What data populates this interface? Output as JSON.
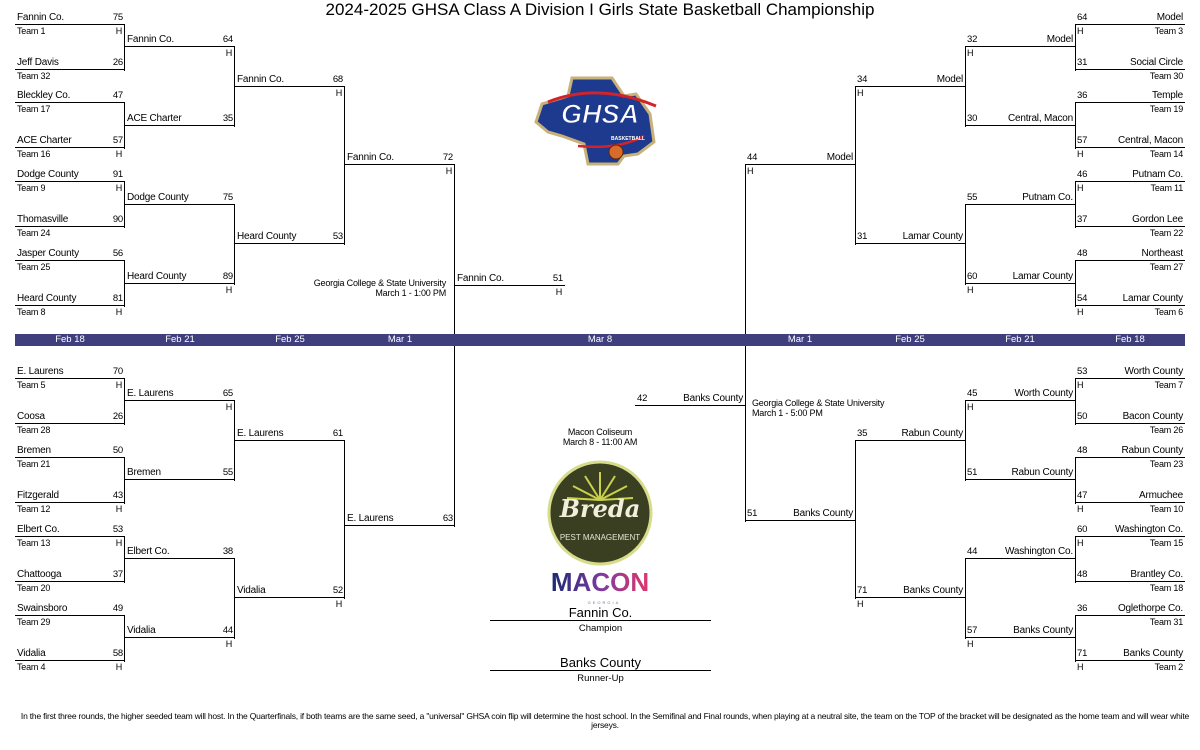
{
  "title": "2024-2025 GHSA Class A Division I Girls State Basketball Championship",
  "dates": [
    "Feb 18",
    "Feb 21",
    "Feb 25",
    "Mar 1",
    "Mar 8",
    "Mar 1",
    "Feb 25",
    "Feb 21",
    "Feb 18"
  ],
  "left": {
    "r1": [
      {
        "name": "Fannin Co.",
        "score": "75",
        "seed": "Team 1",
        "host": "H"
      },
      {
        "name": "Jeff Davis",
        "score": "26",
        "seed": "Team 32",
        "host": ""
      },
      {
        "name": "Bleckley Co.",
        "score": "47",
        "seed": "Team 17",
        "host": ""
      },
      {
        "name": "ACE Charter",
        "score": "57",
        "seed": "Team 16",
        "host": "H"
      },
      {
        "name": "Dodge County",
        "score": "91",
        "seed": "Team 9",
        "host": "H"
      },
      {
        "name": "Thomasville",
        "score": "90",
        "seed": "Team 24",
        "host": ""
      },
      {
        "name": "Jasper County",
        "score": "56",
        "seed": "Team 25",
        "host": ""
      },
      {
        "name": "Heard County",
        "score": "81",
        "seed": "Team 8",
        "host": "H"
      },
      {
        "name": "E. Laurens",
        "score": "70",
        "seed": "Team 5",
        "host": "H"
      },
      {
        "name": "Coosa",
        "score": "26",
        "seed": "Team 28",
        "host": ""
      },
      {
        "name": "Bremen",
        "score": "50",
        "seed": "Team 21",
        "host": ""
      },
      {
        "name": "Fitzgerald",
        "score": "43",
        "seed": "Team 12",
        "host": "H"
      },
      {
        "name": "Elbert Co.",
        "score": "53",
        "seed": "Team 13",
        "host": "H"
      },
      {
        "name": "Chattooga",
        "score": "37",
        "seed": "Team 20",
        "host": ""
      },
      {
        "name": "Swainsboro",
        "score": "49",
        "seed": "Team 29",
        "host": ""
      },
      {
        "name": "Vidalia",
        "score": "58",
        "seed": "Team 4",
        "host": "H"
      }
    ],
    "r2": [
      {
        "name": "Fannin Co.",
        "score": "64",
        "host": "H"
      },
      {
        "name": "ACE Charter",
        "score": "35",
        "host": ""
      },
      {
        "name": "Dodge County",
        "score": "75",
        "host": ""
      },
      {
        "name": "Heard County",
        "score": "89",
        "host": "H"
      },
      {
        "name": "E. Laurens",
        "score": "65",
        "host": "H"
      },
      {
        "name": "Bremen",
        "score": "55",
        "host": ""
      },
      {
        "name": "Elbert Co.",
        "score": "38",
        "host": ""
      },
      {
        "name": "Vidalia",
        "score": "44",
        "host": "H"
      }
    ],
    "r3": [
      {
        "name": "Fannin Co.",
        "score": "68",
        "host": "H"
      },
      {
        "name": "Heard County",
        "score": "53",
        "host": ""
      },
      {
        "name": "E. Laurens",
        "score": "61",
        "host": ""
      },
      {
        "name": "Vidalia",
        "score": "52",
        "host": "H"
      }
    ],
    "qf": [
      {
        "name": "Fannin Co.",
        "score": "72",
        "host": "H"
      },
      {
        "name": "E. Laurens",
        "score": "63",
        "host": ""
      }
    ],
    "sf": [
      {
        "name": "Fannin Co.",
        "score": "51",
        "host": "H"
      }
    ],
    "venue": {
      "line1": "Georgia College & State University",
      "line2": "March 1 - 1:00 PM"
    }
  },
  "right": {
    "r1": [
      {
        "name": "Model",
        "score": "64",
        "seed": "Team 3",
        "host": "H"
      },
      {
        "name": "Social Circle",
        "score": "31",
        "seed": "Team 30",
        "host": ""
      },
      {
        "name": "Temple",
        "score": "36",
        "seed": "Team 19",
        "host": ""
      },
      {
        "name": "Central, Macon",
        "score": "57",
        "seed": "Team 14",
        "host": "H"
      },
      {
        "name": "Putnam Co.",
        "score": "46",
        "seed": "Team 11",
        "host": "H"
      },
      {
        "name": "Gordon Lee",
        "score": "37",
        "seed": "Team 22",
        "host": ""
      },
      {
        "name": "Northeast",
        "score": "48",
        "seed": "Team 27",
        "host": ""
      },
      {
        "name": "Lamar County",
        "score": "54",
        "seed": "Team 6",
        "host": "H"
      },
      {
        "name": "Worth County",
        "score": "53",
        "seed": "Team 7",
        "host": "H"
      },
      {
        "name": "Bacon County",
        "score": "50",
        "seed": "Team 26",
        "host": ""
      },
      {
        "name": "Rabun County",
        "score": "48",
        "seed": "Team 23",
        "host": ""
      },
      {
        "name": "Armuchee",
        "score": "47",
        "seed": "Team 10",
        "host": "H"
      },
      {
        "name": "Washington Co.",
        "score": "60",
        "seed": "Team 15",
        "host": "H"
      },
      {
        "name": "Brantley Co.",
        "score": "48",
        "seed": "Team 18",
        "host": ""
      },
      {
        "name": "Oglethorpe Co.",
        "score": "36",
        "seed": "Team 31",
        "host": ""
      },
      {
        "name": "Banks County",
        "score": "71",
        "seed": "Team 2",
        "host": "H"
      }
    ],
    "r2": [
      {
        "name": "Model",
        "score": "32",
        "host": "H"
      },
      {
        "name": "Central, Macon",
        "score": "30",
        "host": ""
      },
      {
        "name": "Putnam Co.",
        "score": "55",
        "host": ""
      },
      {
        "name": "Lamar County",
        "score": "60",
        "host": "H"
      },
      {
        "name": "Worth County",
        "score": "45",
        "host": "H"
      },
      {
        "name": "Rabun County",
        "score": "51",
        "host": ""
      },
      {
        "name": "Washington Co.",
        "score": "44",
        "host": ""
      },
      {
        "name": "Banks County",
        "score": "57",
        "host": "H"
      }
    ],
    "r3": [
      {
        "name": "Model",
        "score": "34",
        "host": "H"
      },
      {
        "name": "Lamar County",
        "score": "31",
        "host": ""
      },
      {
        "name": "Rabun County",
        "score": "35",
        "host": ""
      },
      {
        "name": "Banks County",
        "score": "71",
        "host": "H"
      }
    ],
    "qf": [
      {
        "name": "Model",
        "score": "44",
        "host": "H"
      },
      {
        "name": "Banks County",
        "score": "51",
        "host": ""
      }
    ],
    "sf": [
      {
        "name": "Banks County",
        "score": "42",
        "host": ""
      }
    ],
    "venue": {
      "line1": "Georgia College & State University",
      "line2": "March 1 - 5:00 PM"
    }
  },
  "final_venue": {
    "line1": "Macon Coliseum",
    "line2": "March 8 - 11:00 AM"
  },
  "champion": {
    "name": "Fannin Co.",
    "label": "Champion"
  },
  "runner_up": {
    "name": "Banks County",
    "label": "Runner-Up"
  },
  "logos": {
    "ghsa": "GHSA",
    "ghsa_sub": "BASKETBALL",
    "sponsor": "Breda",
    "sponsor_sub": "PEST MANAGEMENT",
    "city": "MACON",
    "city_sub": "GEORGIA"
  },
  "colors": {
    "date_bar": "#3f3f7e",
    "ghsa_blue": "#1d3a8f",
    "ghsa_red": "#d2232a",
    "breda_green": "#3b3f22",
    "macon_start": "#1c2a72",
    "macon_end": "#e0386c"
  },
  "footer": "In the first three rounds, the higher seeded team will host. In the Quarterfinals, if both teams are the same seed, a \"universal\" GHSA coin flip will determine the host school. In the Semifinal and Final rounds, when playing at a neutral site, the team on the TOP of the bracket will be designated as the home team and will wear white jerseys."
}
